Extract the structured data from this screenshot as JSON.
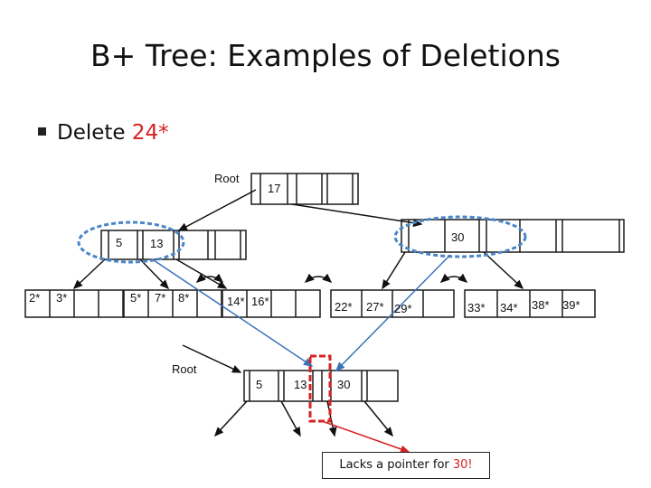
{
  "title": "B+ Tree: Examples of Deletions",
  "bullet": {
    "prefix": "Delete ",
    "key": "24*"
  },
  "top_tree": {
    "root_label": "Root",
    "root_key": "17",
    "left_node": {
      "k1": "5",
      "k2": "13"
    },
    "right_node": {
      "k1": "30"
    },
    "leaves": [
      {
        "k1": "2*",
        "k2": "3*"
      },
      {
        "k1": "5*",
        "k2": "7*",
        "k3": "8*"
      },
      {
        "k1": "14*",
        "k2": "16*"
      },
      {
        "k1": "22*",
        "k2": "27*",
        "k3": "29*"
      },
      {
        "k1": "33*",
        "k2": "34*",
        "k3": "38*",
        "k4": "39*"
      }
    ]
  },
  "merged_tree": {
    "root_label": "Root",
    "k1": "5",
    "k2": "13",
    "k3": "30"
  },
  "callout": {
    "text": "Lacks a pointer for ",
    "value": "30!"
  },
  "colors": {
    "highlight": "#d62222",
    "ellipse": "#4a86c8",
    "line": "#1a1a1a"
  }
}
